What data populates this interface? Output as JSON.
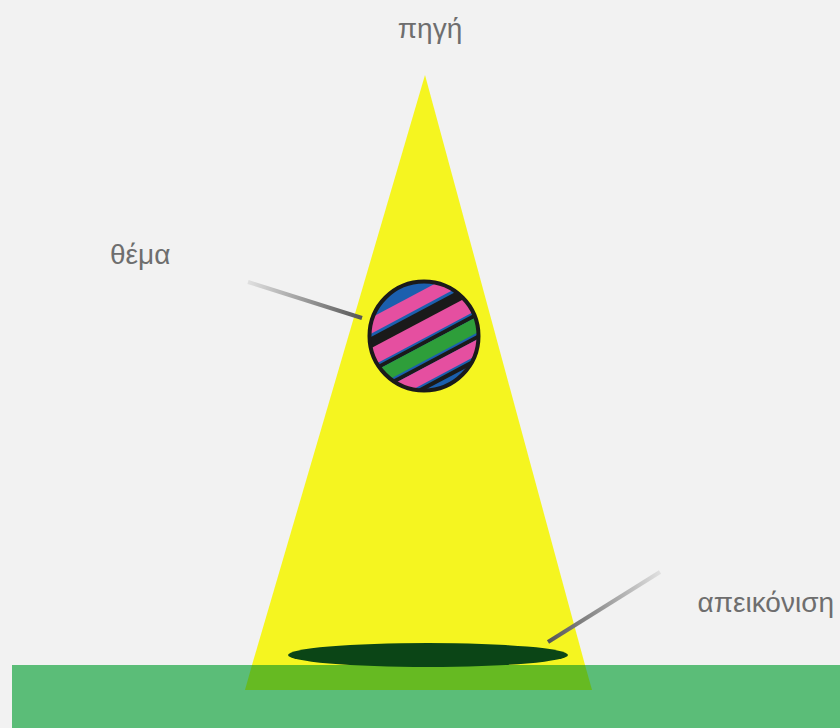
{
  "diagram": {
    "labels": [
      "πηγή",
      "θέμα",
      "απεικόνιση"
    ]
  }
}
